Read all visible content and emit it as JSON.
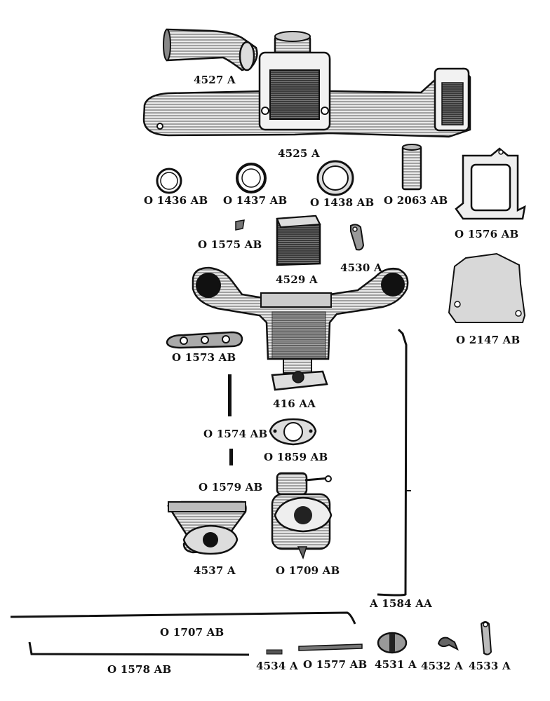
{
  "diagram": {
    "parts": [
      {
        "id": "4527",
        "label": "4527 A"
      },
      {
        "id": "4525",
        "label": "4525 A"
      },
      {
        "id": "1436",
        "label": "O 1436 AB"
      },
      {
        "id": "1437",
        "label": "O 1437 AB"
      },
      {
        "id": "1438",
        "label": "O 1438 AB"
      },
      {
        "id": "2063",
        "label": "O 2063 AB"
      },
      {
        "id": "1576",
        "label": "O 1576 AB"
      },
      {
        "id": "1575",
        "label": "O 1575 AB"
      },
      {
        "id": "4529",
        "label": "4529 A"
      },
      {
        "id": "4530",
        "label": "4530 A"
      },
      {
        "id": "2147",
        "label": "O 2147 AB"
      },
      {
        "id": "1573",
        "label": "O 1573 AB"
      },
      {
        "id": "416",
        "label": "416 AA"
      },
      {
        "id": "1574",
        "label": "O 1574 AB"
      },
      {
        "id": "1859",
        "label": "O 1859 AB"
      },
      {
        "id": "1579",
        "label": "O 1579 AB"
      },
      {
        "id": "4537",
        "label": "4537 A"
      },
      {
        "id": "1709",
        "label": "O 1709 AB"
      },
      {
        "id": "1584",
        "label": "A 1584 AA"
      },
      {
        "id": "1707",
        "label": "O 1707 AB"
      },
      {
        "id": "1578",
        "label": "O 1578 AB"
      },
      {
        "id": "4534",
        "label": "4534 A"
      },
      {
        "id": "1577",
        "label": "O 1577 AB"
      },
      {
        "id": "4531",
        "label": "4531 A"
      },
      {
        "id": "4532",
        "label": "4532 A"
      },
      {
        "id": "4533",
        "label": "4533 A"
      }
    ]
  }
}
